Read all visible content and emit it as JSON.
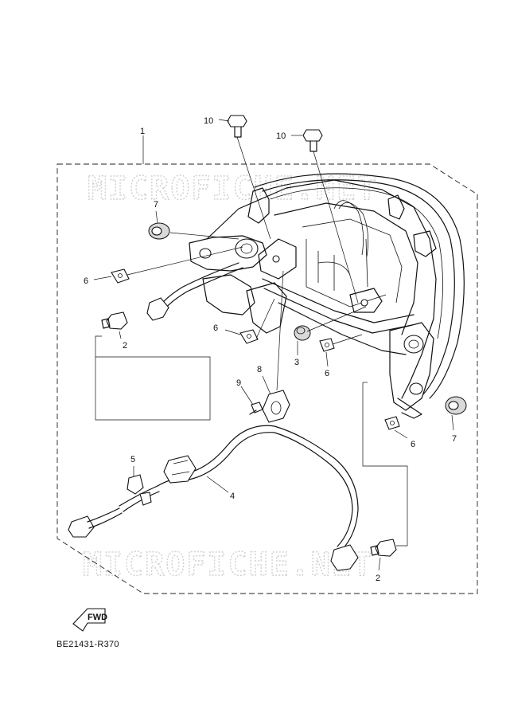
{
  "watermark": "MICROFICHE.NET",
  "drawing_code": "BE21431-R370",
  "fwd_label": "FWD",
  "callouts": {
    "c1": "1",
    "c2a": "2",
    "c2b": "2",
    "c3": "3",
    "c4": "4",
    "c5": "5",
    "c6a": "6",
    "c6b": "6",
    "c6c": "6",
    "c6d": "6",
    "c7a": "7",
    "c7b": "7",
    "c8": "8",
    "c9": "9",
    "c10a": "10",
    "c10b": "10"
  }
}
